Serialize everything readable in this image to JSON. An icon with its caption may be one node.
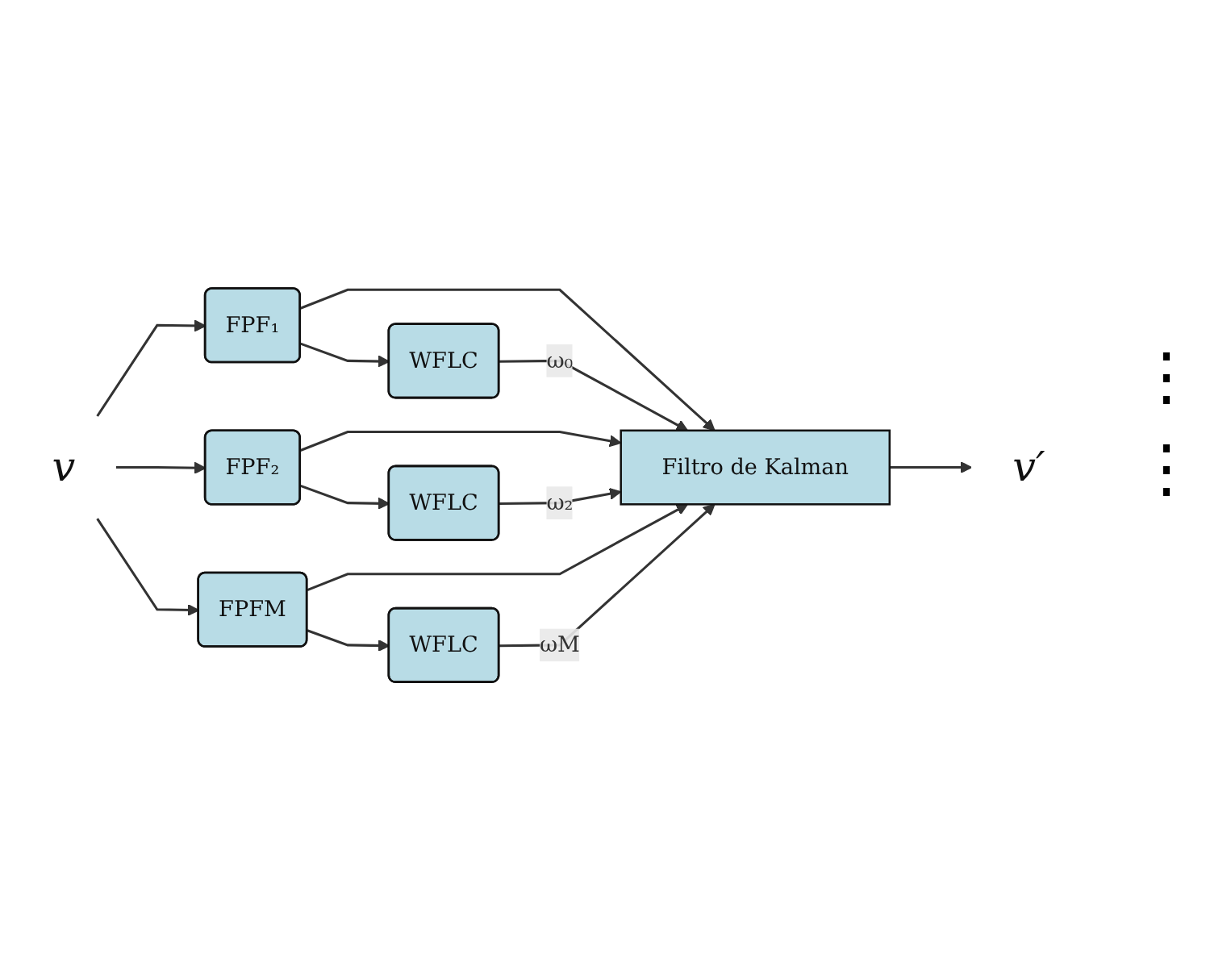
{
  "diagram": {
    "nodes": [
      {
        "text": [
          "v"
        ]
      },
      {
        "text": [
          "FPF₁"
        ]
      },
      {
        "text": [
          "WFLC"
        ]
      },
      {
        "text": [
          "FPF₂"
        ]
      },
      {
        "text": [
          "WFLC"
        ]
      },
      {
        "text": [
          "FPFM"
        ]
      },
      {
        "text": [
          "WFLC"
        ]
      },
      {
        "text": [
          "Filtro de Kalman"
        ]
      },
      {
        "text": [
          "v′"
        ]
      }
    ],
    "edges": [
      {
        "from": 0,
        "to": 1,
        "arrow": "to"
      },
      {
        "from": 0,
        "to": 3,
        "arrow": "to"
      },
      {
        "from": 0,
        "to": 5,
        "arrow": "to"
      },
      {
        "from": 1,
        "to": 2,
        "arrow": "to"
      },
      {
        "from": 1,
        "to": 7,
        "arrow": "to"
      },
      {
        "from": 2,
        "to": 7,
        "label": "ω₀",
        "arrow": "to"
      },
      {
        "from": 3,
        "to": 4,
        "arrow": "to"
      },
      {
        "from": 3,
        "to": 7,
        "arrow": "to"
      },
      {
        "from": 4,
        "to": 7,
        "label": "ω₂",
        "arrow": "to"
      },
      {
        "from": 5,
        "to": 6,
        "arrow": "to"
      },
      {
        "from": 5,
        "to": 7,
        "arrow": "to"
      },
      {
        "from": 6,
        "to": 7,
        "label": "ωM",
        "arrow": "to"
      },
      {
        "from": 7,
        "to": 8,
        "arrow": "to"
      }
    ],
    "labels": [
      "⋮",
      "⋮"
    ]
  }
}
